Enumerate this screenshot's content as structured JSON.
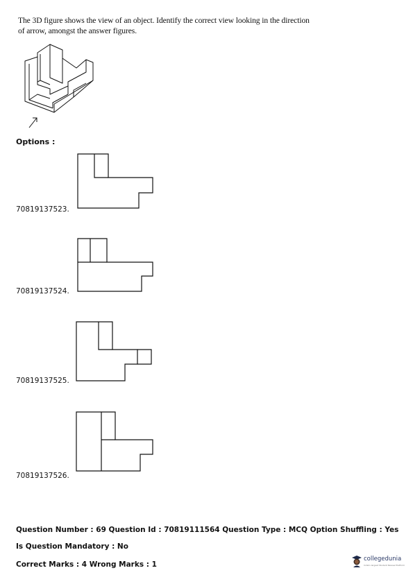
{
  "question": {
    "line1": "The 3D figure shows the view of an object.  Identify the correct view looking in the direction",
    "line2": "of arrow, amongst the answer figures."
  },
  "options_label": "Options :",
  "options": [
    {
      "id": "70819137523."
    },
    {
      "id": "70819137524."
    },
    {
      "id": "70819137525."
    },
    {
      "id": "70819137526."
    }
  ],
  "meta": {
    "line1": "Question Number : 69 Question Id : 70819111564 Question Type : MCQ Option Shuffling : Yes",
    "line2": "Is Question Mandatory : No",
    "line3": "Correct Marks : 4 Wrong Marks : 1"
  },
  "logo": {
    "name": "collegedunia",
    "tagline": "India's largest Student Review Platform",
    "icon": "graduate-mascot-icon"
  }
}
